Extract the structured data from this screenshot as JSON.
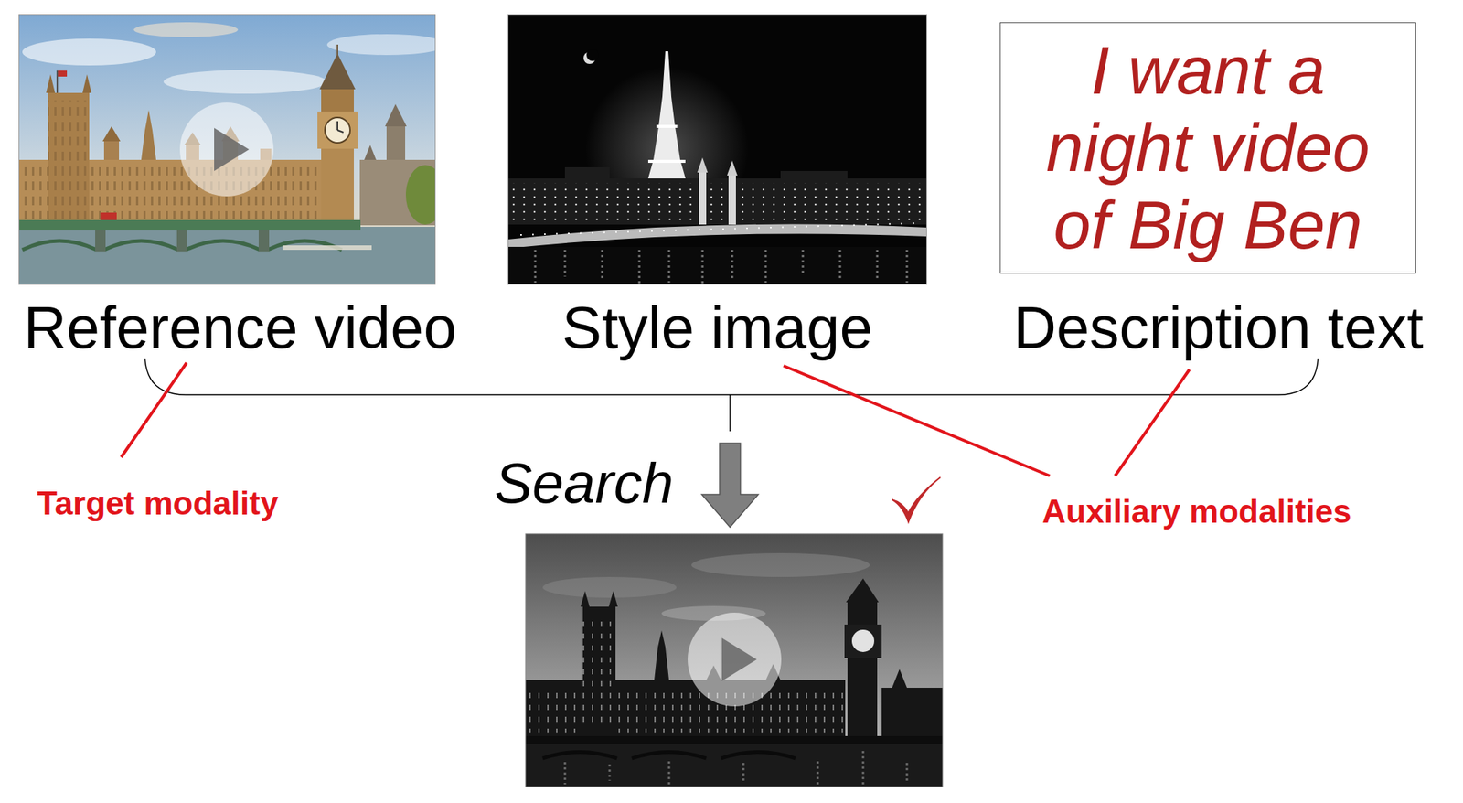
{
  "diagram": {
    "nodes": [
      {
        "text": [
          "Reference video"
        ]
      },
      {
        "text": [
          "Style image"
        ]
      },
      {
        "text": [
          "I want a night video of Big Ben",
          "Description text"
        ]
      }
    ],
    "labels": [
      "Target modality",
      "Search",
      "Auxiliary modalities"
    ]
  }
}
